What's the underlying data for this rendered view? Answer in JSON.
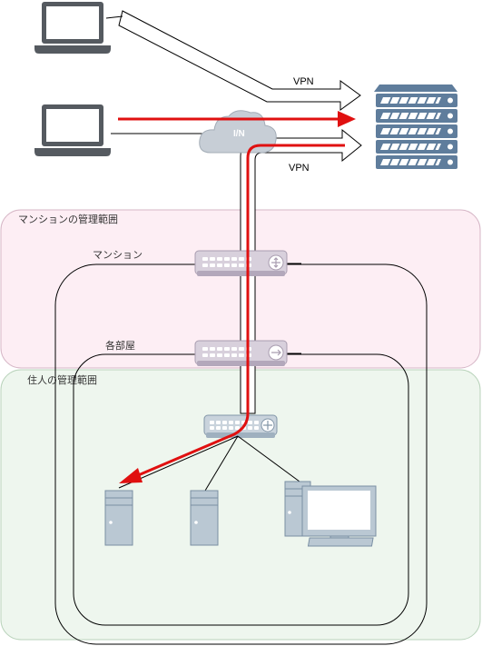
{
  "labels": {
    "mansion_zone": "マンションの管理範囲",
    "resident_zone": "住人の管理範囲",
    "mansion": "マンション",
    "room": "各部屋",
    "internet": "I/N",
    "vpn_top": "VPN",
    "vpn_bottom": "VPN"
  },
  "icons": {
    "laptop": "laptop-icon",
    "server": "server-rack-icon",
    "cloud": "cloud-icon",
    "router": "router-icon",
    "switch": "switch-icon",
    "desktop": "desktop-computer-icon",
    "tower": "tower-pc-icon"
  },
  "colors": {
    "mansion_zone_fill": "#fdeef4",
    "mansion_zone_stroke": "#d6b6c6",
    "resident_zone_fill": "#eef6ee",
    "resident_zone_stroke": "#b9d3bb",
    "device_fill": "#bac8d3",
    "device_stroke": "#7a8fa3",
    "red_path": "#e01010",
    "cloud_fill": "#c7ced6",
    "server_fill": "#5f7d9c"
  }
}
